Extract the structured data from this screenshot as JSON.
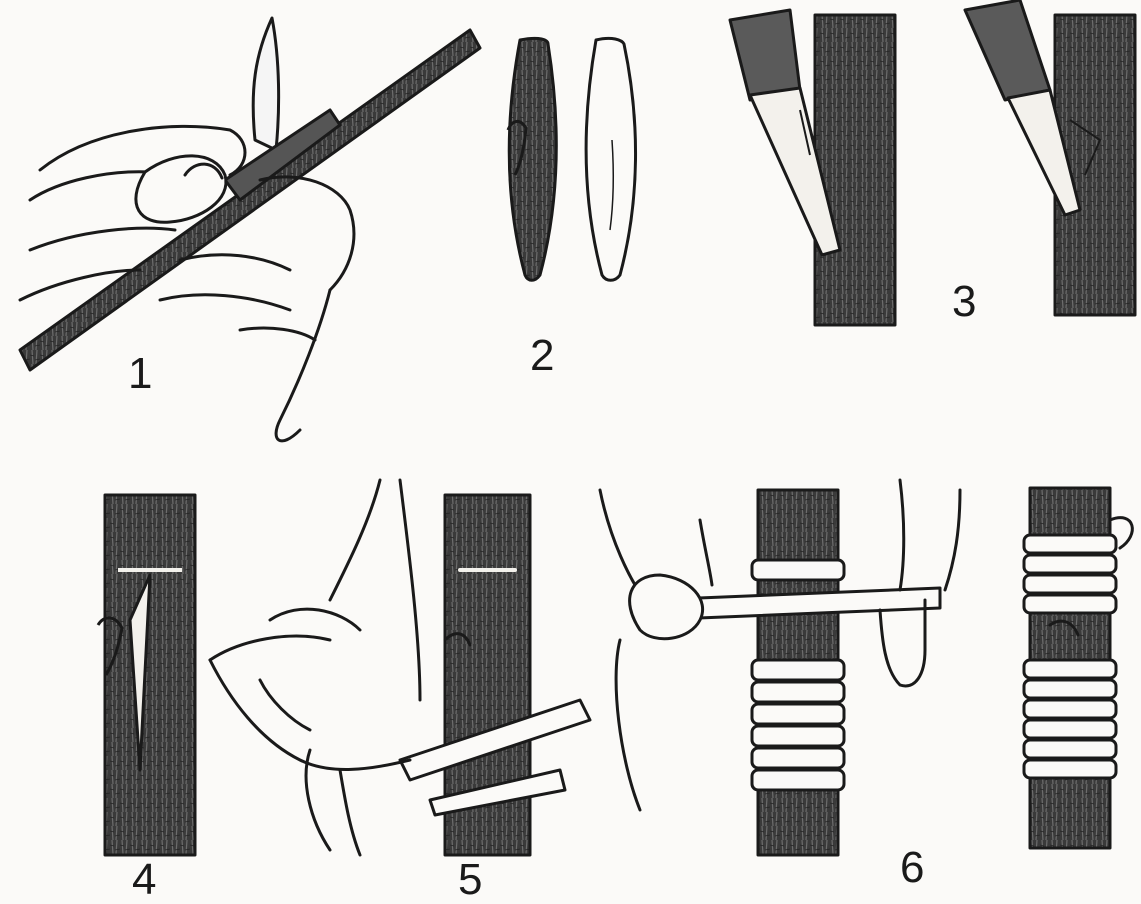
{
  "steps": [
    {
      "id": "1",
      "label": "1"
    },
    {
      "id": "2",
      "label": "2"
    },
    {
      "id": "3",
      "label": "3"
    },
    {
      "id": "4",
      "label": "4"
    },
    {
      "id": "5",
      "label": "5"
    },
    {
      "id": "6",
      "label": "6"
    }
  ],
  "colors": {
    "ink": "#1a1a1a",
    "bark": "#3a3a3a",
    "bark_light": "#6d6d6d",
    "wood": "#f3f1ec",
    "paper": "#fbfaf8"
  }
}
